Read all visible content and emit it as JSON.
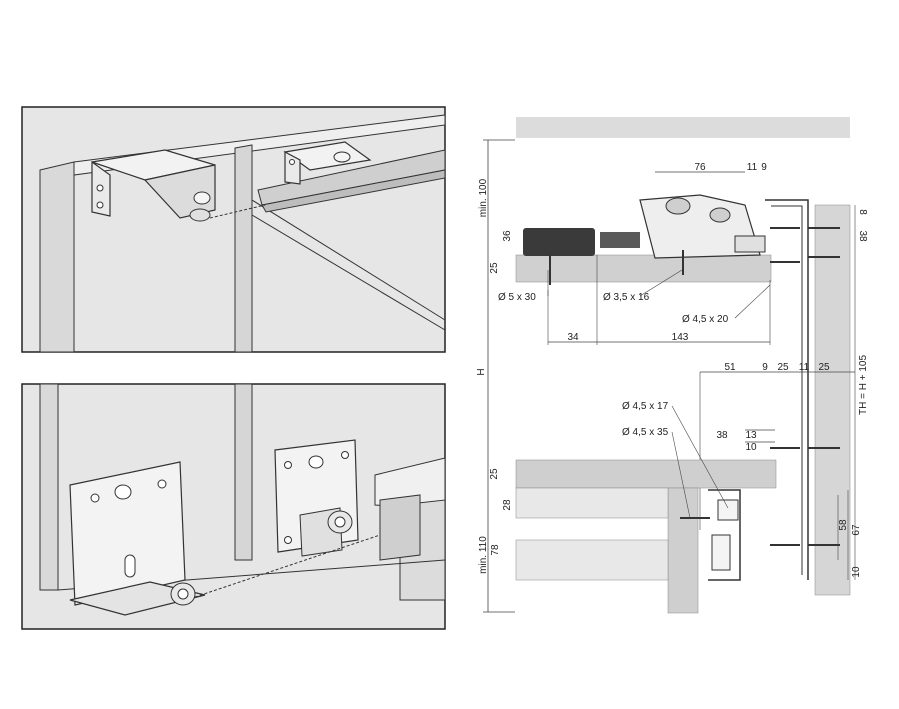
{
  "diagram": {
    "top_dims": {
      "d76": "76",
      "d11": "11",
      "d9": "9",
      "d8": "8",
      "d38": "38",
      "d36": "36",
      "d25": "25",
      "min100": "min. 100",
      "d34": "34",
      "d143": "143"
    },
    "mid_dims": {
      "d51": "51",
      "d9": "9",
      "d25a": "25",
      "d11": "11",
      "d25b": "25",
      "d38": "38",
      "d13": "13",
      "d10": "10"
    },
    "bottom_dims": {
      "d25": "25",
      "d28": "28",
      "min110": "min. 110",
      "d78": "78",
      "d58": "58",
      "d67": "67",
      "d10": "10"
    },
    "side_labels": {
      "H": "H",
      "TH": "TH = H + 105"
    },
    "callouts": {
      "c5x30": "Ø 5 x 30",
      "c35x16": "Ø 3,5 x 16",
      "c45x20": "Ø 4,5 x 20",
      "c45x17": "Ø 4,5 x 17",
      "c45x35": "Ø 4,5 x 35"
    },
    "colors": {
      "panel_bg": "#e6e6e6",
      "line": "#2a2a2a",
      "grey_slab": "#cfcfcf",
      "dark_part": "#3a3a3a"
    }
  }
}
